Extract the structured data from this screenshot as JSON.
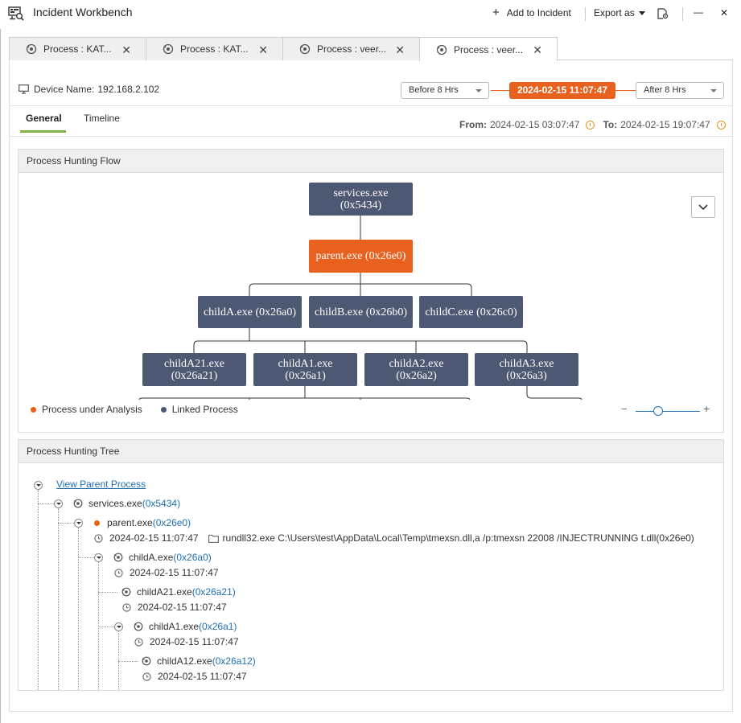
{
  "window": {
    "title": "Incident Workbench",
    "add_to_incident": "Add to Incident",
    "export_as": "Export as",
    "minimize": "—",
    "close": "✕"
  },
  "tabs": [
    {
      "label": "Process : KAT..."
    },
    {
      "label": "Process : KAT..."
    },
    {
      "label": "Process : veer..."
    },
    {
      "label": "Process : veer..."
    }
  ],
  "device": {
    "label": "Device Name:",
    "value": "192.168.2.102"
  },
  "time_window": {
    "before": "Before 8 Hrs",
    "center": "2024-02-15 11:07:47",
    "after": "After 8 Hrs"
  },
  "subtabs": {
    "general": "General",
    "timeline": "Timeline"
  },
  "range": {
    "from_label": "From:",
    "from_value": "2024-02-15 03:07:47",
    "to_label": "To:",
    "to_value": "2024-02-15 19:07:47"
  },
  "flow": {
    "title": "Process Hunting Flow",
    "nodes": {
      "services_name": "services.exe",
      "services_pid": "(0x5434)",
      "parent": "parent.exe (0x26e0)",
      "childA": "childA.exe (0x26a0)",
      "childB": "childB.exe (0x26b0)",
      "childC": "childC.exe (0x26c0)",
      "childA21_name": "childA21.exe",
      "childA21_pid": "(0x26a21)",
      "childA1_name": "childA1.exe",
      "childA1_pid": "(0x26a1)",
      "childA2_name": "childA2.exe",
      "childA2_pid": "(0x26a2)",
      "childA3_name": "childA3.exe",
      "childA3_pid": "(0x26a3)"
    },
    "legend": {
      "under_analysis": "Process under Analysis",
      "linked": "Linked Process",
      "under_analysis_color": "#e8611e",
      "linked_color": "#4d5872"
    },
    "zoom": {
      "minus": "−",
      "plus": "+",
      "level": 0.35
    }
  },
  "tree": {
    "title": "Process Hunting Tree",
    "view_parent": "View Parent Process",
    "services": {
      "name": "services.exe",
      "pid": "(0x5434)"
    },
    "parent": {
      "name": "parent.exe",
      "pid": "(0x26e0)",
      "time": "2024-02-15 11:07:47",
      "cmd": "rundll32.exe C:\\Users\\test\\AppData\\Local\\Temp\\tmexsn.dll,a /p:tmexsn 22008 /INJECTRUNNING t.dll(0x26e0)"
    },
    "childA": {
      "name": "childA.exe",
      "pid": "(0x26a0)",
      "time": "2024-02-15 11:07:47"
    },
    "childA21": {
      "name": "childA21.exe",
      "pid": "(0x26a21)",
      "time": "2024-02-15 11:07:47"
    },
    "childA1": {
      "name": "childA1.exe",
      "pid": "(0x26a1)",
      "time": "2024-02-15 11:07:47"
    },
    "childA12": {
      "name": "childA12.exe",
      "pid": "(0x26a12)",
      "time": "2024-02-15 11:07:47"
    }
  }
}
